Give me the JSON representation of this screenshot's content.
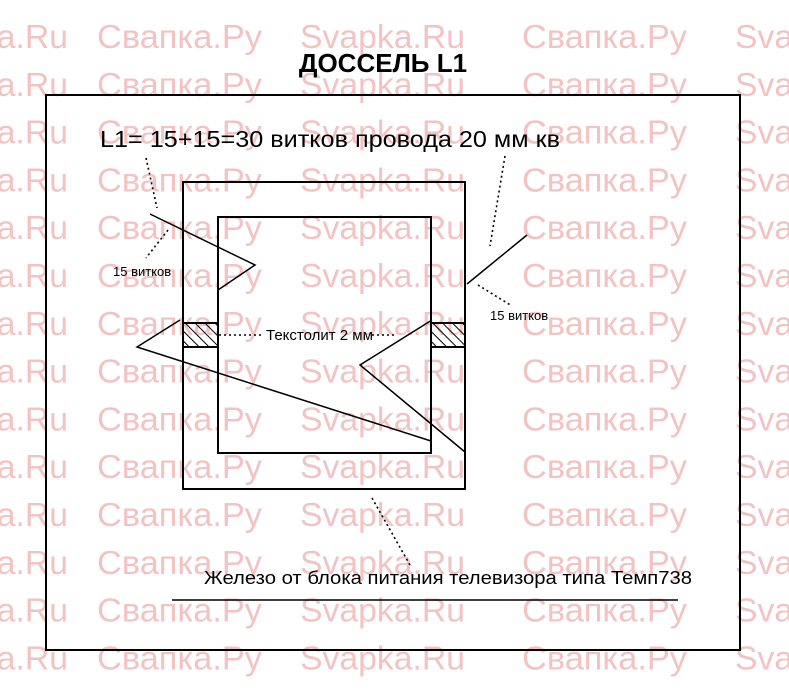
{
  "watermark": {
    "texts": [
      "Svapka.Ru",
      "Свапка.Ру"
    ],
    "color": "#f3c3c3"
  },
  "title": "ДОССЕЛЬ L1",
  "formula": "L1= 15+15=30 витков провода 20 мм кв",
  "labels": {
    "left_turns": "15 витков",
    "right_turns": "15 витков",
    "spacer": "Текстолит 2 мм",
    "core": "Железо от блока питания телевизора типа Темп738"
  }
}
